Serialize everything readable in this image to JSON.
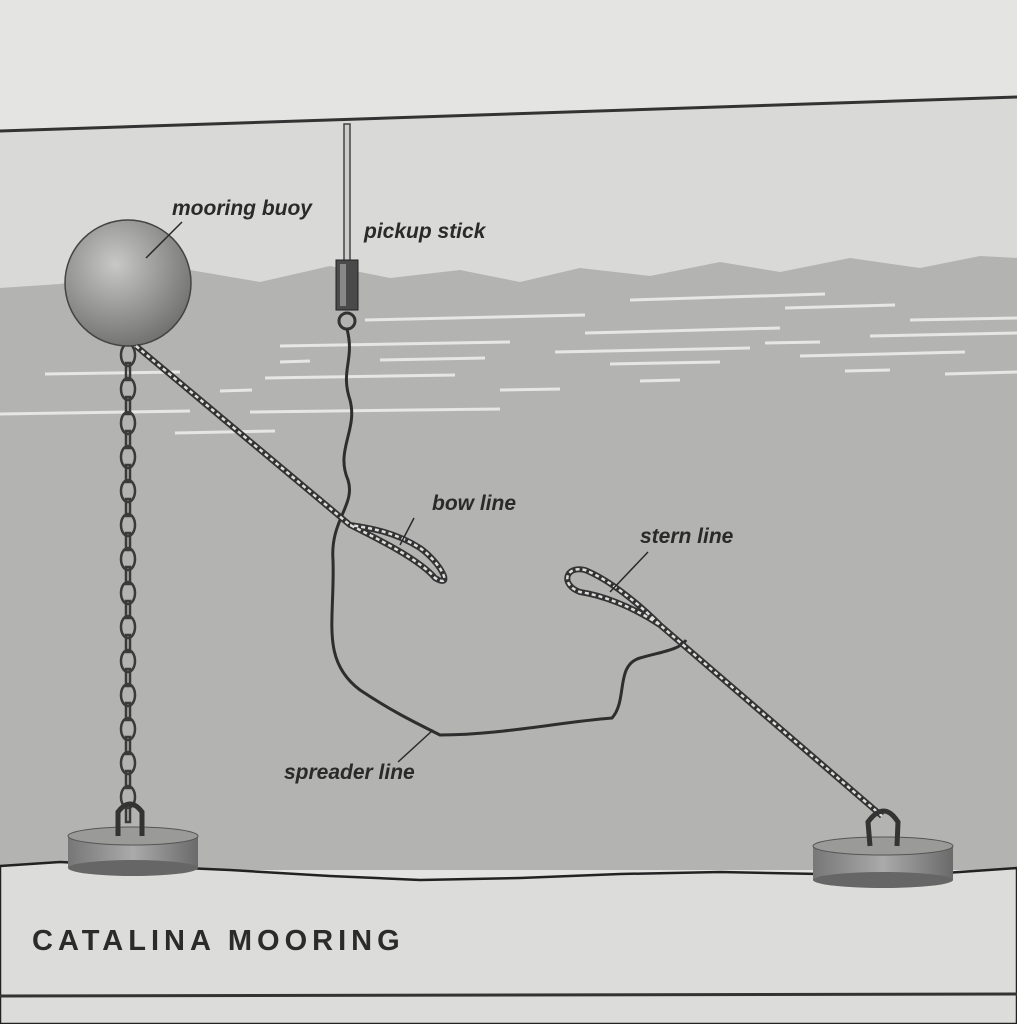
{
  "diagram": {
    "title": "CATALINA MOORING",
    "labels": {
      "mooring_buoy": "mooring buoy",
      "pickup_stick": "pickup stick",
      "bow_line": "bow line",
      "stern_line": "stern line",
      "spreader_line": "spreader line"
    },
    "colors": {
      "page": "#e4e4e2",
      "sky": "#d9d9d7",
      "water": "#b3b3b1",
      "seabed": "#dcdcda",
      "ink": "#2a2a2a"
    }
  }
}
